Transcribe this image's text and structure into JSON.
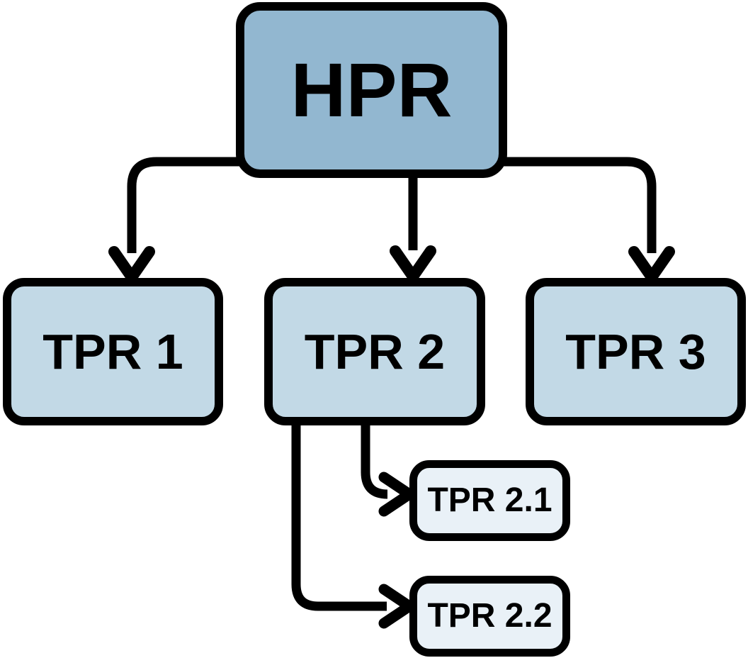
{
  "diagram": {
    "type": "hierarchy-flowchart",
    "background_color": "#ffffff",
    "connector_color": "#000000",
    "text_color": "#000000",
    "nodes": [
      {
        "id": "hpr",
        "label": "HPR",
        "level": 0,
        "fill": "#92b7d0"
      },
      {
        "id": "tpr1",
        "label": "TPR 1",
        "level": 1,
        "fill": "#c2d9e6"
      },
      {
        "id": "tpr2",
        "label": "TPR 2",
        "level": 1,
        "fill": "#c2d9e6"
      },
      {
        "id": "tpr3",
        "label": "TPR 3",
        "level": 1,
        "fill": "#c2d9e6"
      },
      {
        "id": "tpr2-1",
        "label": "TPR 2.1",
        "level": 2,
        "fill": "#e9f1f7"
      },
      {
        "id": "tpr2-2",
        "label": "TPR 2.2",
        "level": 2,
        "fill": "#e9f1f7"
      }
    ],
    "edges": [
      {
        "from": "HPR",
        "to": "TPR 1"
      },
      {
        "from": "HPR",
        "to": "TPR 2"
      },
      {
        "from": "HPR",
        "to": "TPR 3"
      },
      {
        "from": "TPR 2",
        "to": "TPR 2.1"
      },
      {
        "from": "TPR 2",
        "to": "TPR 2.2"
      }
    ]
  }
}
